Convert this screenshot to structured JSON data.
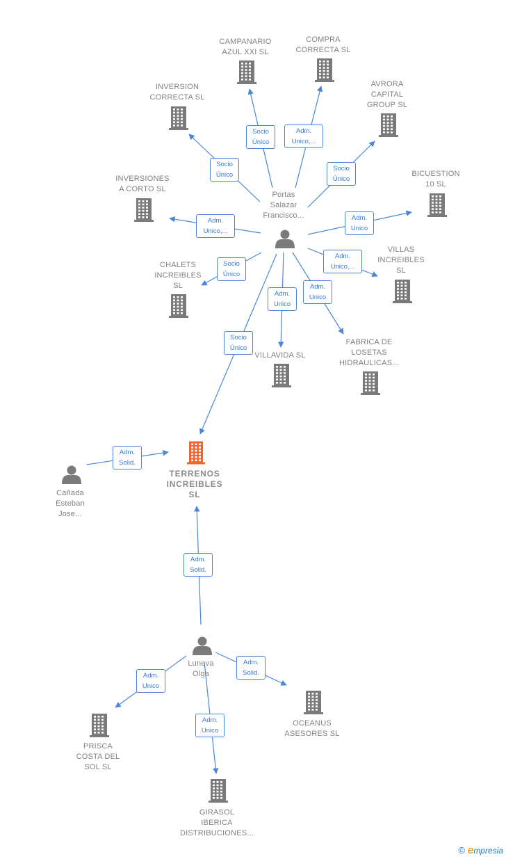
{
  "nodes": [
    {
      "id": "campanario",
      "type": "company",
      "label": "CAMPANARIO\nAZUL XXI  SL"
    },
    {
      "id": "compra",
      "type": "company",
      "label": "COMPRA\nCORRECTA  SL"
    },
    {
      "id": "inversion",
      "type": "company",
      "label": "INVERSION\nCORRECTA  SL"
    },
    {
      "id": "avrora",
      "type": "company",
      "label": "AVRORA\nCAPITAL\nGROUP  SL"
    },
    {
      "id": "bicuestion",
      "type": "company",
      "label": "BICUESTION\n10  SL"
    },
    {
      "id": "inversiones",
      "type": "company",
      "label": "INVERSIONES\nA CORTO  SL"
    },
    {
      "id": "portas",
      "type": "person",
      "label": "Portas\nSalazar\nFrancisco..."
    },
    {
      "id": "chalets",
      "type": "company",
      "label": "CHALETS\nINCREIBLES\nSL"
    },
    {
      "id": "villas",
      "type": "company",
      "label": "VILLAS\nINCREIBLES\nSL"
    },
    {
      "id": "villavida",
      "type": "company",
      "label": "VILLAVIDA SL"
    },
    {
      "id": "fabrica",
      "type": "company",
      "label": "FABRICA DE\nLOSETAS\nHIDRAULICAS..."
    },
    {
      "id": "terrenos",
      "type": "main",
      "label": "TERRENOS\nINCREIBLES\nSL"
    },
    {
      "id": "canada",
      "type": "person",
      "label": "Cañada\nEsteban\nJose..."
    },
    {
      "id": "luneva",
      "type": "person",
      "label": "Luneva\nOlga"
    },
    {
      "id": "prisca",
      "type": "company",
      "label": "PRISCA\nCOSTA DEL\nSOL SL"
    },
    {
      "id": "oceanus",
      "type": "company",
      "label": "OCEANUS\nASESORES  SL"
    },
    {
      "id": "girasol",
      "type": "company",
      "label": "GIRASOL\nIBERICA\nDISTRIBUCIONES..."
    }
  ],
  "edges": [
    {
      "from": "portas",
      "to": "campanario",
      "label": "Socio\nÚnico"
    },
    {
      "from": "portas",
      "to": "compra",
      "label": "Adm.\nUnico,..."
    },
    {
      "from": "portas",
      "to": "inversion",
      "label": "Socio\nÚnico"
    },
    {
      "from": "portas",
      "to": "avrora",
      "label": "Socio\nÚnico"
    },
    {
      "from": "portas",
      "to": "bicuestion",
      "label": "Adm.\nUnico"
    },
    {
      "from": "portas",
      "to": "inversiones",
      "label": "Adm.\nUnico,..."
    },
    {
      "from": "portas",
      "to": "chalets",
      "label": "Socio\nÚnico"
    },
    {
      "from": "portas",
      "to": "villas",
      "label": "Adm.\nUnico,..."
    },
    {
      "from": "portas",
      "to": "villavida",
      "label": "Adm.\nUnico"
    },
    {
      "from": "portas",
      "to": "fabrica",
      "label": "Adm.\nUnico"
    },
    {
      "from": "portas",
      "to": "terrenos",
      "label": "Socio\nÚnico"
    },
    {
      "from": "canada",
      "to": "terrenos",
      "label": "Adm.\nSolid."
    },
    {
      "from": "luneva",
      "to": "terrenos",
      "label": "Adm.\nSolid."
    },
    {
      "from": "luneva",
      "to": "prisca",
      "label": "Adm.\nUnico"
    },
    {
      "from": "luneva",
      "to": "oceanus",
      "label": "Adm.\nSolid."
    },
    {
      "from": "luneva",
      "to": "girasol",
      "label": "Adm.\nUnico"
    }
  ],
  "colors": {
    "edge": "#4a86d8",
    "company": "#7a7a7a",
    "main": "#f26531",
    "person": "#7a7a7a"
  },
  "watermark": {
    "symbol": "©",
    "e": "e",
    "rest": "mpresia"
  }
}
